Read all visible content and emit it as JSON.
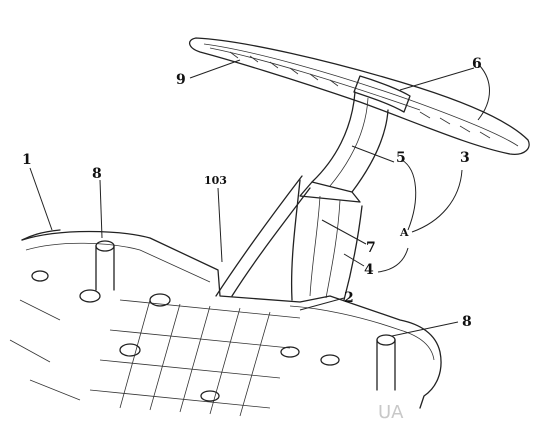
{
  "labels": {
    "l1": "1",
    "l2": "2",
    "l3": "3",
    "l4": "4",
    "l5": "5",
    "l6": "6",
    "l7": "7",
    "l8_left": "8",
    "l8_right": "8",
    "l9": "9",
    "l103": "103",
    "lA": "A"
  },
  "watermark": "UA"
}
